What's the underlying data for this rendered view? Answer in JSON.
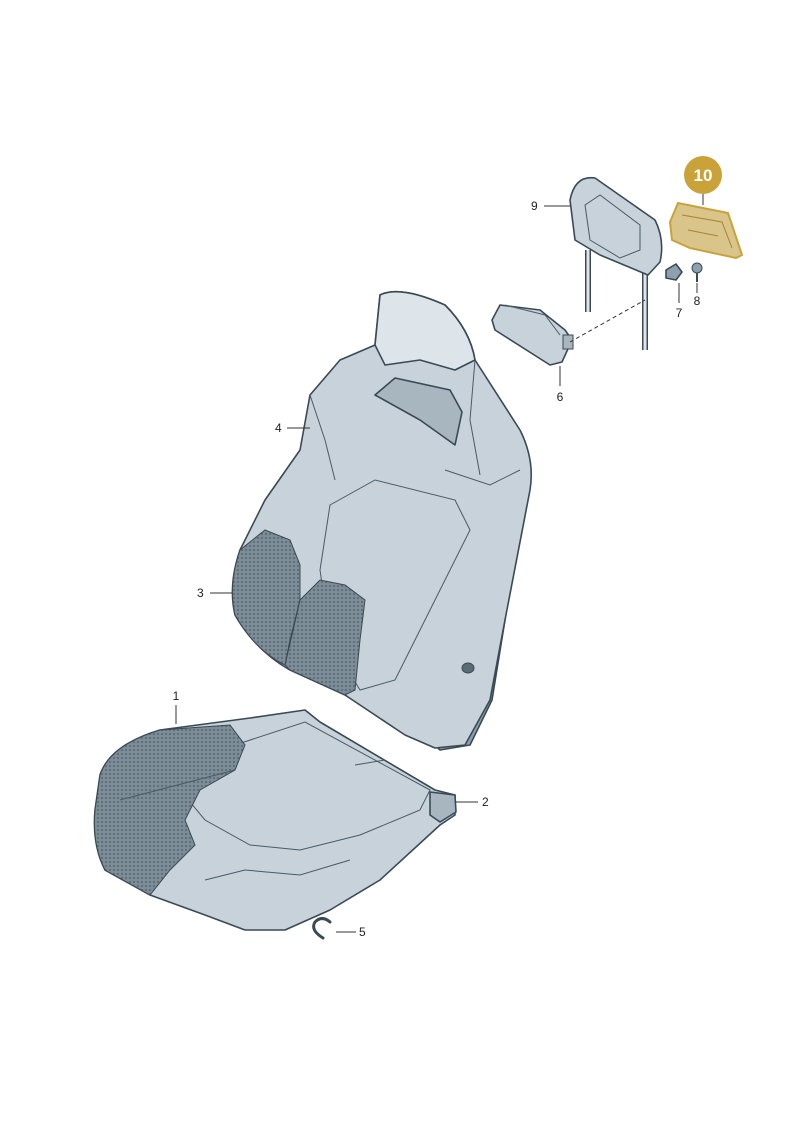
{
  "colors": {
    "background": "#ffffff",
    "part_fill": "#c7d2da",
    "part_fill_light": "#dde4ea",
    "part_fill_dark": "#8fa0ad",
    "mesh_fill": "#6e7f8b",
    "outline": "#3a4a55",
    "highlight": "#c9a23a",
    "highlight_fill": "#d9c48a"
  },
  "callouts": [
    {
      "id": "1",
      "label": "1"
    },
    {
      "id": "2",
      "label": "2"
    },
    {
      "id": "3",
      "label": "3"
    },
    {
      "id": "4",
      "label": "4"
    },
    {
      "id": "5",
      "label": "5"
    },
    {
      "id": "6",
      "label": "6"
    },
    {
      "id": "7",
      "label": "7"
    },
    {
      "id": "8",
      "label": "8"
    },
    {
      "id": "9",
      "label": "9"
    }
  ],
  "highlight": {
    "label": "10"
  }
}
